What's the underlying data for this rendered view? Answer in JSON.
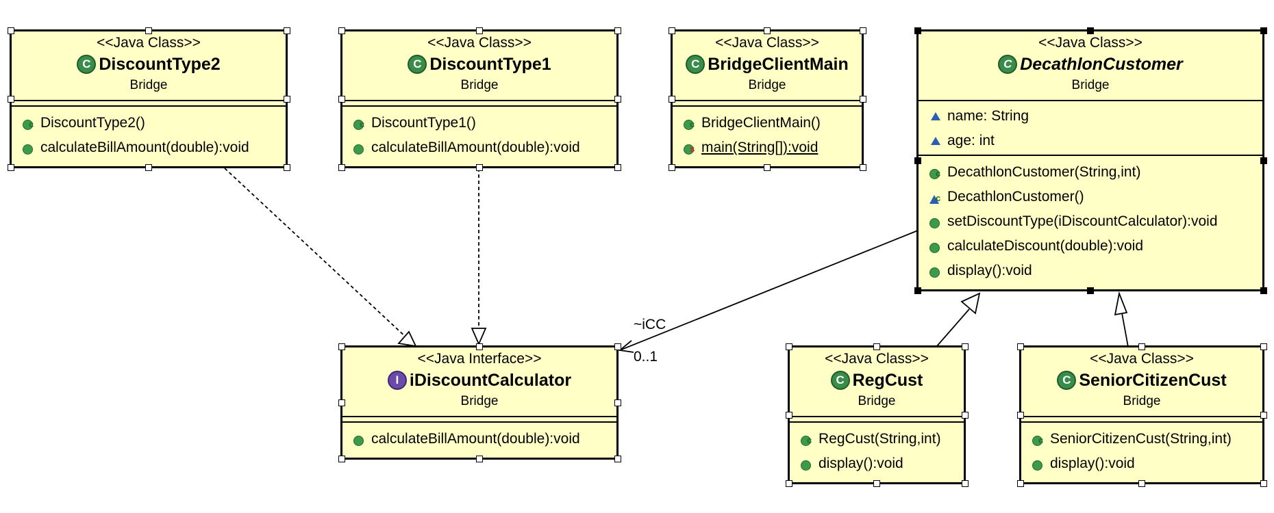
{
  "classes": {
    "discount_type2": {
      "stereotype": "<<Java Class>>",
      "name": "DiscountType2",
      "package": "Bridge",
      "methods": [
        "DiscountType2()",
        "calculateBillAmount(double):void"
      ]
    },
    "discount_type1": {
      "stereotype": "<<Java Class>>",
      "name": "DiscountType1",
      "package": "Bridge",
      "methods": [
        "DiscountType1()",
        "calculateBillAmount(double):void"
      ]
    },
    "bridge_client_main": {
      "stereotype": "<<Java Class>>",
      "name": "BridgeClientMain",
      "package": "Bridge",
      "methods": [
        "BridgeClientMain()",
        "main(String[]):void"
      ]
    },
    "decathlon_customer": {
      "stereotype": "<<Java Class>>",
      "name": "DecathlonCustomer",
      "package": "Bridge",
      "fields": [
        "name: String",
        "age: int"
      ],
      "methods": [
        "DecathlonCustomer(String,int)",
        "DecathlonCustomer()",
        "setDiscountType(iDiscountCalculator):void",
        "calculateDiscount(double):void",
        "display():void"
      ]
    },
    "idiscount_calculator": {
      "stereotype": "<<Java Interface>>",
      "name": "iDiscountCalculator",
      "package": "Bridge",
      "methods": [
        "calculateBillAmount(double):void"
      ]
    },
    "reg_cust": {
      "stereotype": "<<Java Class>>",
      "name": "RegCust",
      "package": "Bridge",
      "methods": [
        "RegCust(String,int)",
        "display():void"
      ]
    },
    "senior_citizen_cust": {
      "stereotype": "<<Java Class>>",
      "name": "SeniorCitizenCust",
      "package": "Bridge",
      "methods": [
        "SeniorCitizenCust(String,int)",
        "display():void"
      ]
    }
  },
  "association": {
    "role": "~iCC",
    "multiplicity": "0..1"
  },
  "icons": {
    "class_icon": "C",
    "interface_icon": "I",
    "constructor_marker": "c",
    "static_marker": "s"
  },
  "colors": {
    "box_fill": "#ffffc6",
    "class_icon": "#3a8c4a",
    "interface_icon": "#6b4aa8",
    "field_icon": "#2a60b0"
  }
}
